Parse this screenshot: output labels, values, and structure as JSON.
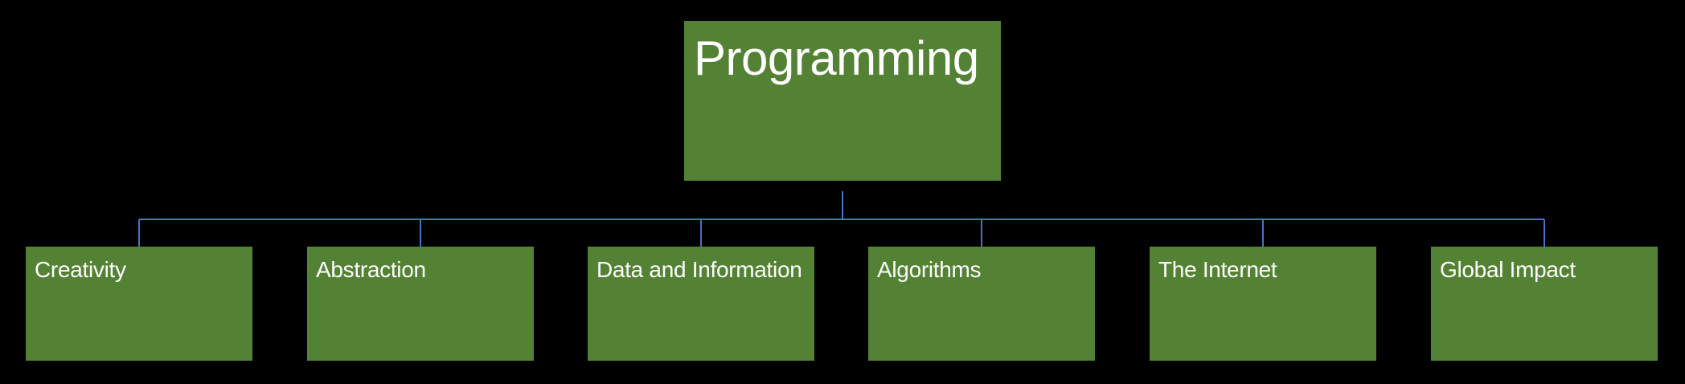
{
  "diagram": {
    "root": {
      "label": "Programming"
    },
    "children": [
      {
        "label": "Creativity"
      },
      {
        "label": "Abstraction"
      },
      {
        "label": "Data and Information"
      },
      {
        "label": "Algorithms"
      },
      {
        "label": "The Internet"
      },
      {
        "label": "Global Impact"
      }
    ]
  },
  "colors": {
    "background": "#000000",
    "node_fill": "#548235",
    "node_text": "#ffffff",
    "connector": "#4472c4"
  }
}
